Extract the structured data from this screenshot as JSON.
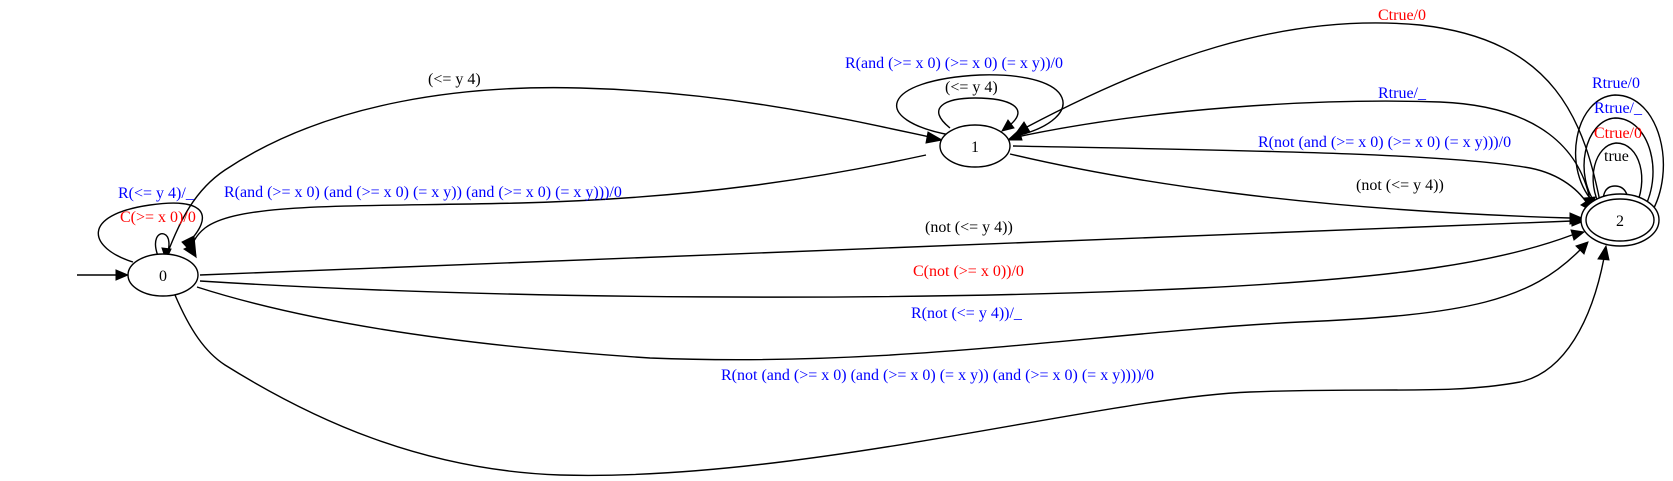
{
  "colors": {
    "black": "#000000",
    "blue": "#0000ff",
    "red": "#ff0000"
  },
  "states": [
    {
      "id": "0",
      "label": "0",
      "accepting": false,
      "initial": true
    },
    {
      "id": "1",
      "label": "1",
      "accepting": false,
      "initial": false
    },
    {
      "id": "2",
      "label": "2",
      "accepting": true,
      "initial": false
    }
  ],
  "transitions": [
    {
      "from": "0",
      "to": "0",
      "label": "R(<= y 4)/_",
      "color": "blue"
    },
    {
      "from": "0",
      "to": "0",
      "label": "C(>= x 0)/0",
      "color": "red"
    },
    {
      "from": "0",
      "to": "1",
      "label": "(<= y 4)",
      "color": "black"
    },
    {
      "from": "1",
      "to": "0",
      "label": "R(and (>= x 0) (and (>= x 0) (= x y)) (and (>= x 0) (= x y)))/0",
      "color": "blue"
    },
    {
      "from": "1",
      "to": "1",
      "label": "R(and (>= x 0) (>= x 0) (= x y))/0",
      "color": "blue"
    },
    {
      "from": "1",
      "to": "1",
      "label": "(<= y 4)",
      "color": "black"
    },
    {
      "from": "2",
      "to": "1",
      "label": "Ctrue/0",
      "color": "red"
    },
    {
      "from": "1",
      "to": "2",
      "label": "Rtrue/_",
      "color": "blue"
    },
    {
      "from": "1",
      "to": "2",
      "label": "R(not (and (>= x 0) (>= x 0) (= x y)))/0",
      "color": "blue"
    },
    {
      "from": "1",
      "to": "2",
      "label": "(not (<= y 4))",
      "color": "black"
    },
    {
      "from": "0",
      "to": "2",
      "label": "(not (<= y 4))",
      "color": "black"
    },
    {
      "from": "0",
      "to": "2",
      "label": "C(not (>= x 0))/0",
      "color": "red"
    },
    {
      "from": "0",
      "to": "2",
      "label": "R(not (<= y 4))/_",
      "color": "blue"
    },
    {
      "from": "0",
      "to": "2",
      "label": "R(not (and (>= x 0) (and (>= x 0) (= x y)) (and (>= x 0) (= x y))))/0",
      "color": "blue"
    },
    {
      "from": "2",
      "to": "2",
      "label": "Rtrue/0",
      "color": "blue"
    },
    {
      "from": "2",
      "to": "2",
      "label": "Rtrue/_",
      "color": "blue"
    },
    {
      "from": "2",
      "to": "2",
      "label": "Ctrue/0",
      "color": "red"
    },
    {
      "from": "2",
      "to": "2",
      "label": "true",
      "color": "black"
    }
  ]
}
